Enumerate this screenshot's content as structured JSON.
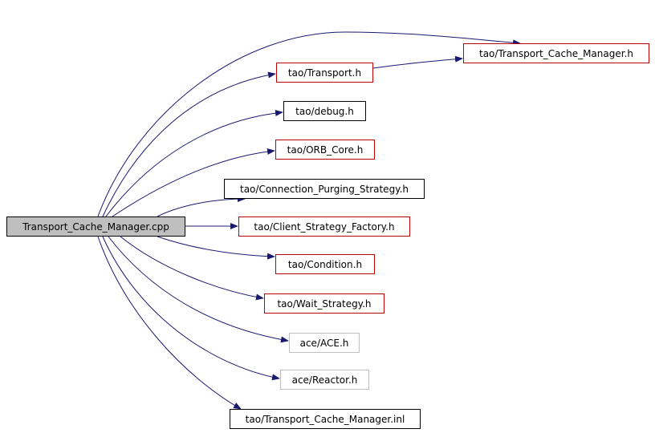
{
  "colors": {
    "edge": "#191970",
    "root_fill": "#bfbfbf",
    "border_black": "#000000",
    "border_red": "#bf0000",
    "border_gray": "#bfbfbf"
  },
  "nodes": {
    "root": "Transport_Cache_Manager.cpp",
    "transport_cache_manager_h": "tao/Transport_Cache_Manager.h",
    "transport_h": "tao/Transport.h",
    "debug_h": "tao/debug.h",
    "orb_core_h": "tao/ORB_Core.h",
    "connection_purging_strategy_h": "tao/Connection_Purging_Strategy.h",
    "client_strategy_factory_h": "tao/Client_Strategy_Factory.h",
    "condition_h": "tao/Condition.h",
    "wait_strategy_h": "tao/Wait_Strategy.h",
    "ace_h": "ace/ACE.h",
    "reactor_h": "ace/Reactor.h",
    "transport_cache_manager_inl": "tao/Transport_Cache_Manager.inl"
  }
}
